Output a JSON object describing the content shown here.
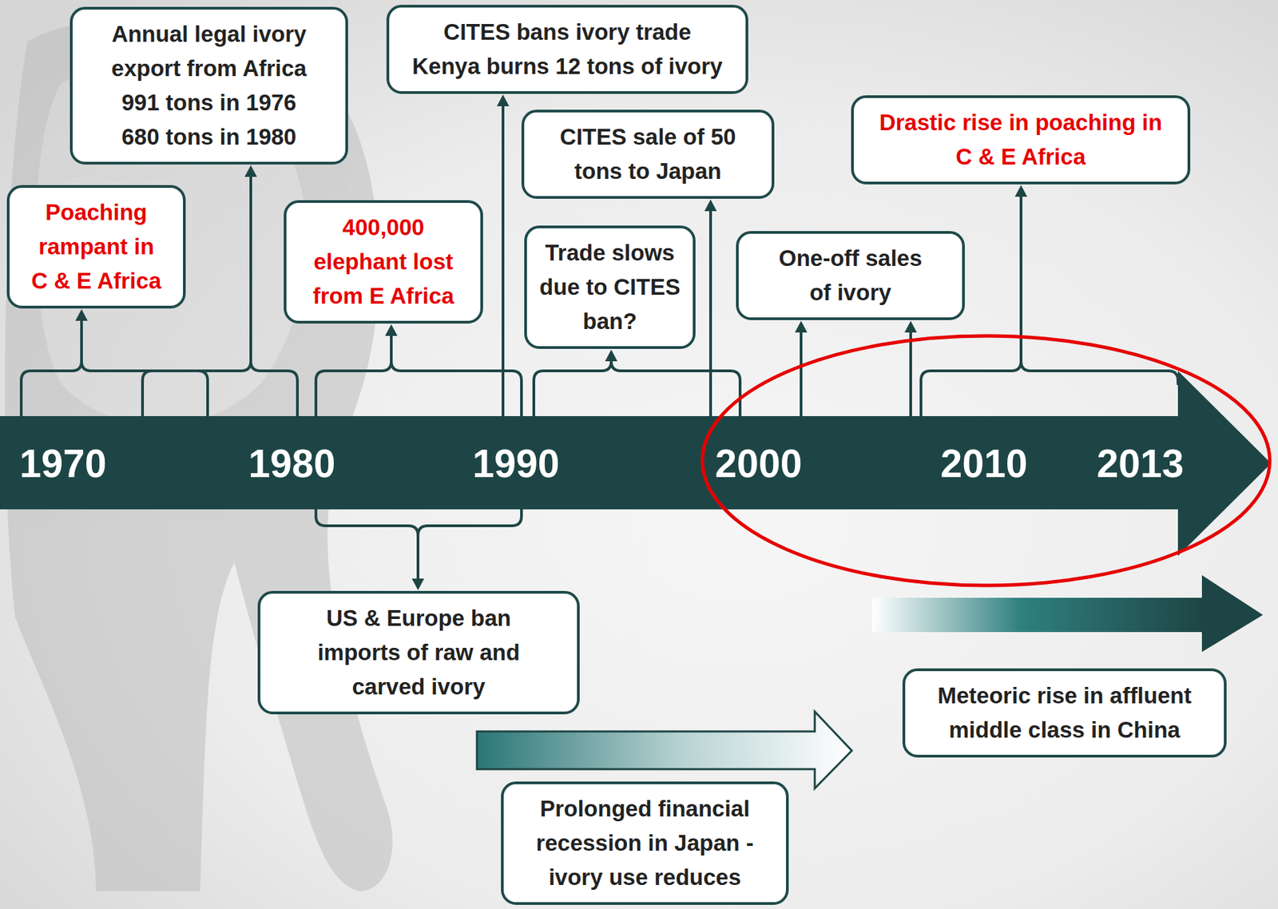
{
  "diagram": {
    "nodes": [
      {
        "text": [
          "Annual legal ivory export from Africa 991 tons in 1976 680 tons in 1980"
        ]
      },
      {
        "text": [
          "CITES bans ivory trade Kenya burns 12 tons of ivory"
        ]
      },
      {
        "text": [
          "Drastic rise in poaching in C & E Africa"
        ]
      },
      {
        "text": [
          "CITES sale of 50 tons to Japan"
        ]
      },
      {
        "text": [
          "Poaching rampant in C & E Africa"
        ]
      },
      {
        "text": [
          "400,000 elephant lost from E Africa"
        ]
      },
      {
        "text": [
          "Trade slows due to CITES ban?"
        ]
      },
      {
        "text": [
          "One-off sales of ivory"
        ]
      },
      {
        "text": [
          "US & Europe ban imports of raw and carved ivory"
        ]
      },
      {
        "text": [
          "Meteoric rise in affluent middle class in China"
        ]
      },
      {
        "text": [
          "Prolonged financial recession in Japan - ivory use reduces"
        ]
      }
    ],
    "labels": [
      "1970",
      "1980",
      "1990",
      "2000",
      "2010",
      "2013"
    ]
  }
}
